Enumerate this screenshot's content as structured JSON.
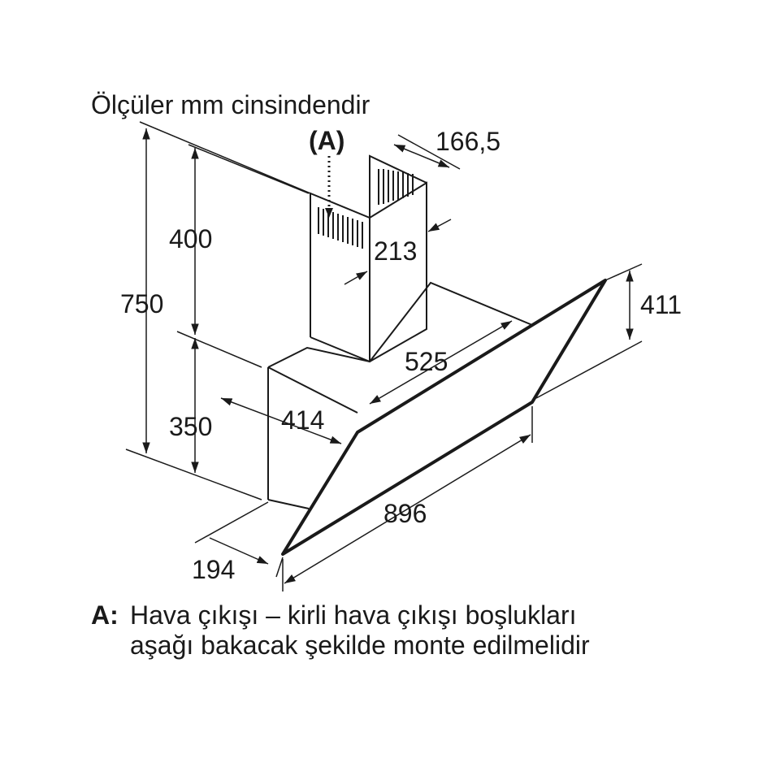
{
  "heading": "Ölçüler mm cinsindendir",
  "outlet_marker": "(A)",
  "dimensions": {
    "chimney_width": "166,5",
    "chimney_depth": "213",
    "chimney_height": "400",
    "total_height": "750",
    "body_height": "350",
    "glass_height": "411",
    "body_width": "525",
    "body_depth": "414",
    "overall_width": "896",
    "bottom_depth": "194"
  },
  "note": {
    "key": "A:",
    "line1": "Hava çıkışı – kirli hava çıkışı boşlukları",
    "line2": "aşağı bakacak şekilde monte edilmelidir"
  }
}
